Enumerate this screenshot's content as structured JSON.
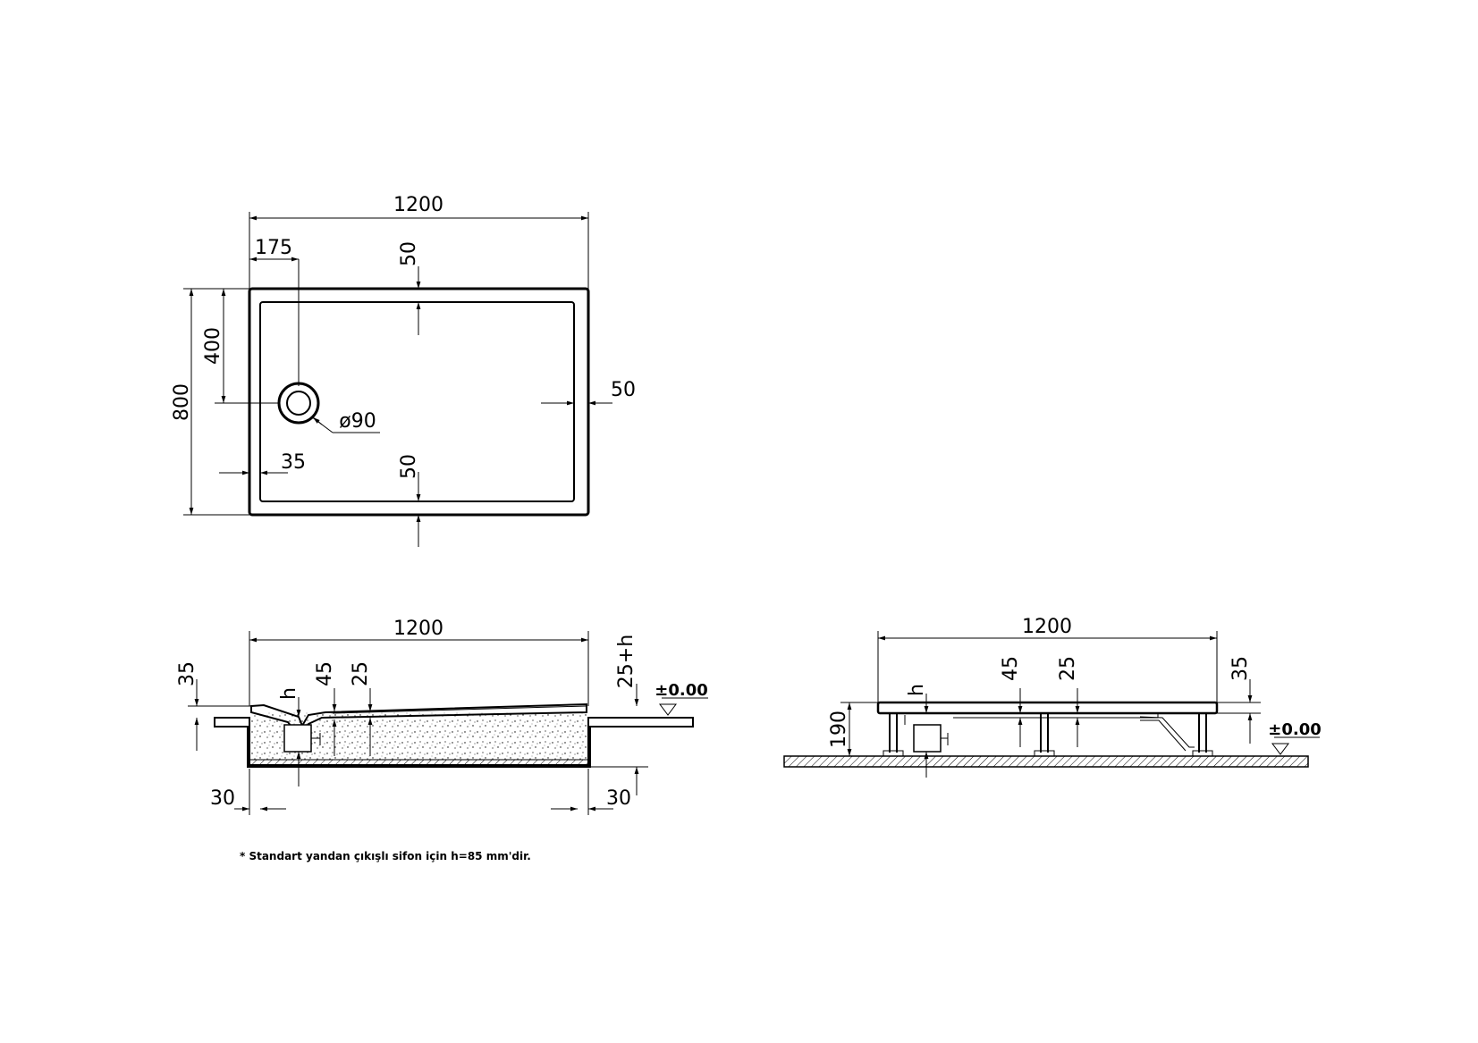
{
  "top_view": {
    "width": "1200",
    "depth": "800",
    "drain_offset_x": "175",
    "drain_offset_y": "400",
    "rim_top": "50",
    "rim_right": "50",
    "rim_bottom": "50",
    "rim_left": "35",
    "drain_diameter": "ø90"
  },
  "section_left": {
    "width": "1200",
    "rim_height": "35",
    "h": "h",
    "dim_45": "45",
    "dim_25": "25",
    "depth_label": "25+h",
    "level": "±0.00",
    "wall_left": "30",
    "wall_right": "30"
  },
  "section_right": {
    "width": "1200",
    "h": "h",
    "dim_45": "45",
    "dim_25": "25",
    "dim_35": "35",
    "total_height": "190",
    "level": "±0.00"
  },
  "footnote": "* Standart yandan çıkışlı sifon için h=85 mm'dir."
}
